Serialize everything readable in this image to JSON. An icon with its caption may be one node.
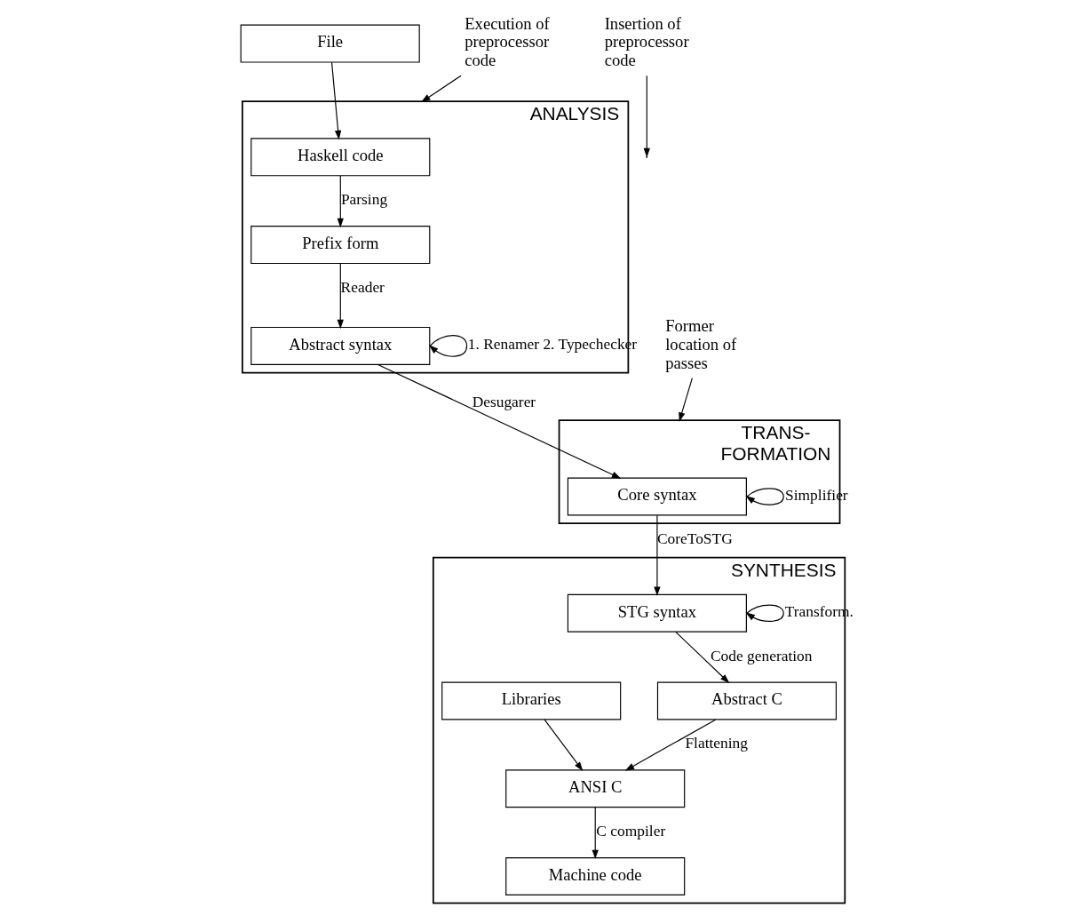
{
  "diagram": {
    "nodes": [
      {
        "text": [
          "File"
        ]
      },
      {
        "text": [
          "ANALYSIS"
        ]
      },
      {
        "text": [
          "Haskell code"
        ],
        "in": 1
      },
      {
        "text": [
          "Prefix form"
        ],
        "in": 1
      },
      {
        "text": [
          "Abstract syntax"
        ],
        "in": 1
      },
      {
        "text": [
          "TRANS- FORMATION"
        ]
      },
      {
        "text": [
          "Core syntax"
        ],
        "in": 5
      },
      {
        "text": [
          "SYNTHESIS"
        ]
      },
      {
        "text": [
          "STG syntax"
        ],
        "in": 7
      },
      {
        "text": [
          "Abstract C"
        ],
        "in": 7
      },
      {
        "text": [
          "ANSI C"
        ],
        "in": 7
      },
      {
        "text": [
          "Machine code"
        ],
        "in": 7
      },
      {
        "text": [
          "Libraries"
        ],
        "in": 7
      },
      {
        "text": [
          "Insertion of preprocessor code"
        ]
      },
      {
        "text": [
          "Execution of preprocessor code"
        ]
      },
      {
        "text": [
          "Former location of passes"
        ]
      }
    ],
    "edges": [
      {
        "from": 0,
        "to": 2,
        "arrow": "to"
      },
      {
        "from": 2,
        "to": 3,
        "arrow": "to",
        "label": "Parsing"
      },
      {
        "from": 3,
        "to": 4,
        "arrow": "to",
        "label": "Reader"
      },
      {
        "from": 4,
        "to": 4,
        "arrow": "to",
        "label": "1. Renamer 2. Typechecker"
      },
      {
        "from": 4,
        "to": 6,
        "arrow": "to",
        "label": "Desugarer"
      },
      {
        "from": 6,
        "to": 6,
        "arrow": "to",
        "label": "Simplifier"
      },
      {
        "from": 6,
        "to": 8,
        "arrow": "to",
        "label": "CoreToSTG"
      },
      {
        "from": 8,
        "to": 8,
        "arrow": "to",
        "label": "Transform."
      },
      {
        "from": 8,
        "to": 9,
        "arrow": "to",
        "label": "Code generation"
      },
      {
        "from": 9,
        "to": 10,
        "arrow": "to",
        "label": "Flattening"
      },
      {
        "from": 12,
        "to": 10,
        "arrow": "to"
      },
      {
        "from": 10,
        "to": 11,
        "arrow": "to",
        "label": "C compiler"
      },
      {
        "from": 13,
        "to": null,
        "arrow": "to"
      },
      {
        "from": 14,
        "to": 1,
        "arrow": "to"
      },
      {
        "from": 15,
        "to": 5,
        "arrow": "to"
      }
    ]
  }
}
